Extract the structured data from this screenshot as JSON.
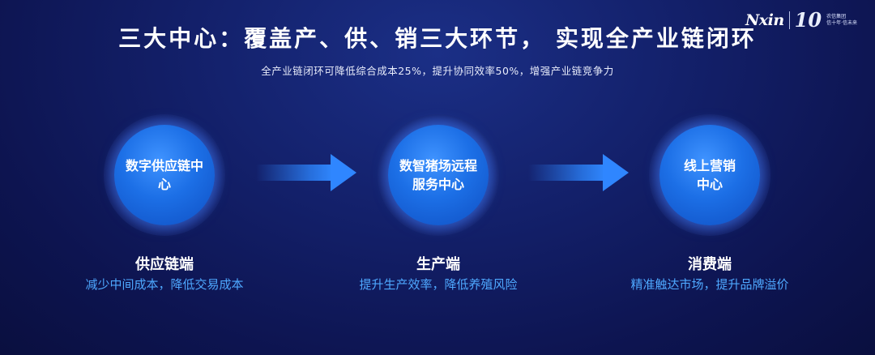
{
  "logo": {
    "brand": "Nxin",
    "ten": "10",
    "line1": "农信集团",
    "line2": "信十年·信未来"
  },
  "title": "三大中心：覆盖产、供、销三大环节， 实现全产业链闭环",
  "subtitle": "全产业链闭环可降低综合成本25%，提升协同效率50%，增强产业链竞争力",
  "colors": {
    "accent": "#1c6fe6",
    "desc_text": "#4ea8ff",
    "arrow": "#2a7cf0"
  },
  "centers": [
    {
      "circle": "数字供应链中心",
      "label": "供应链端",
      "desc": "减少中间成本，降低交易成本"
    },
    {
      "circle": "数智猪场远程服务中心",
      "label": "生产端",
      "desc": "提升生产效率，降低养殖风险"
    },
    {
      "circle": "线上营销中心",
      "label": "消费端",
      "desc": "精准触达市场，提升品牌溢价"
    }
  ]
}
